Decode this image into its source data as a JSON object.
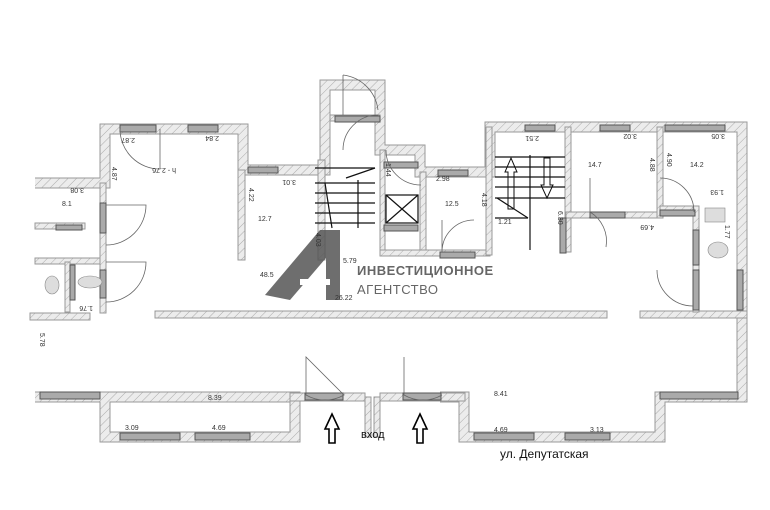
{
  "plan": {
    "rooms": {
      "r1": "8.1",
      "r2": "12.7",
      "r3": "48.5",
      "r4": "12.5",
      "r5": "14.7",
      "r6": "14.2",
      "r7": "8.39",
      "r8": "8.41",
      "h": "h - 2.76"
    },
    "dims": {
      "d1": "2.87",
      "d2": "2.84",
      "d3": "4.87",
      "d4": "3.08",
      "d5": "4.22",
      "d6": "3.01",
      "d7": "4.03",
      "d8": "5.79",
      "d9": "26.22",
      "d10": "1.76",
      "d11": "1.44",
      "d12": "2.98",
      "d13": "4.18",
      "d14": "1.21",
      "d15": "6.30",
      "d16": "2.51",
      "d17": "3.02",
      "d18": "4.88",
      "d19": "4.90",
      "d20": "3.05",
      "d21": "1.93",
      "d22": "4.69",
      "d23": "1.77",
      "d24": "5.78",
      "d25": "3.09",
      "d26": "4.69",
      "d27": "4.69",
      "d28": "3.13"
    },
    "entrance": "вход",
    "street": "ул. Депутатская"
  },
  "logo": {
    "line1": "ИНВЕСТИЦИОННОЕ",
    "line2": "АГЕНТСТВО"
  }
}
